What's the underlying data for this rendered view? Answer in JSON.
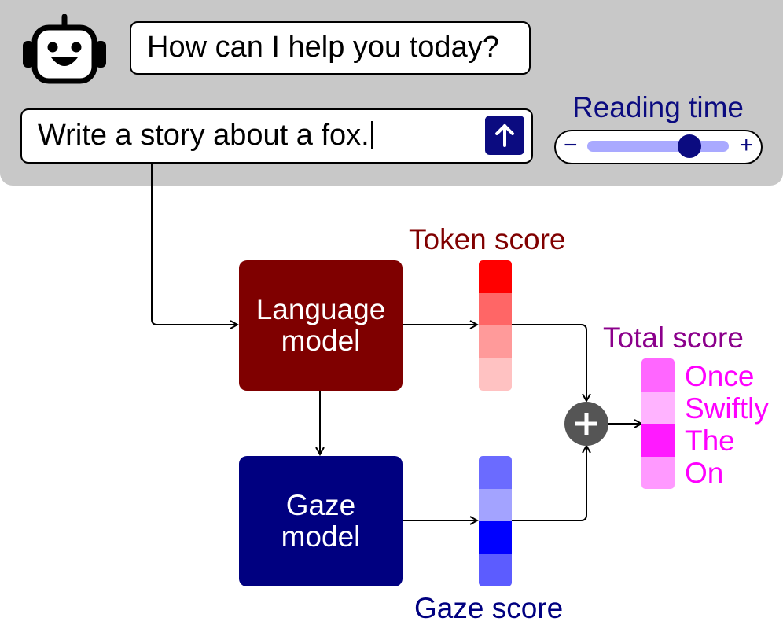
{
  "chat": {
    "assistant_message": "How can I help you today?",
    "user_input": "Write a story about a fox.",
    "send_icon": "arrow-up-icon",
    "bot_icon": "robot-icon"
  },
  "reading_time": {
    "label": "Reading time",
    "minus": "−",
    "plus": "+",
    "level": 0.72
  },
  "diagram": {
    "language_model": "Language\nmodel",
    "gaze_model": "Gaze\nmodel",
    "token_score_label": "Token score",
    "gaze_score_label": "Gaze score",
    "total_score_label": "Total score",
    "token_colors": [
      "#ff0000",
      "#ff6666",
      "#ff9a9a",
      "#ffc2c2"
    ],
    "gaze_colors": [
      "#6b6bff",
      "#a3a3ff",
      "#0000ff",
      "#5c5cff"
    ],
    "total_colors": [
      "#ff66ff",
      "#ffb3ff",
      "#ff1aff",
      "#ff99ff"
    ],
    "total_words": [
      "Once",
      "Swiftly",
      "The",
      "On"
    ]
  },
  "colors": {
    "panel": "#c8c8c8",
    "language_model": "#7f0000",
    "gaze_model": "#000080",
    "sum_node": "#555555"
  }
}
